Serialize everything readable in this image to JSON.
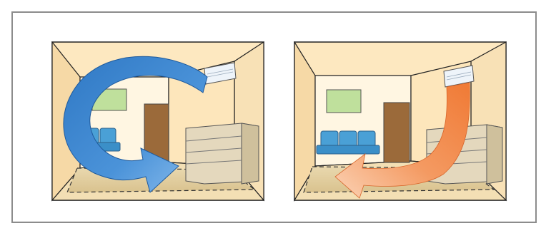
{
  "colors": {
    "frame_border": "#8c8c8c",
    "wall_back": "#fff4dc",
    "wall_side": "#fde8c0",
    "wall_dark": "#f6d9a6",
    "carpet": "#f0d7a8",
    "window_green": "#bfe09c",
    "door_brown": "#9b6a3a",
    "sofa_blue": "#4aa0d6",
    "shelf": "#e4d8bd",
    "cool_arrow": "#3a84cf",
    "heat_arrow": "#f2884a"
  },
  "scenes": [
    {
      "id": "cooling",
      "airflow": "cool",
      "icon": "cool-airflow-arrow-icon"
    },
    {
      "id": "heating",
      "airflow": "warm",
      "icon": "warm-airflow-arrow-icon"
    }
  ]
}
